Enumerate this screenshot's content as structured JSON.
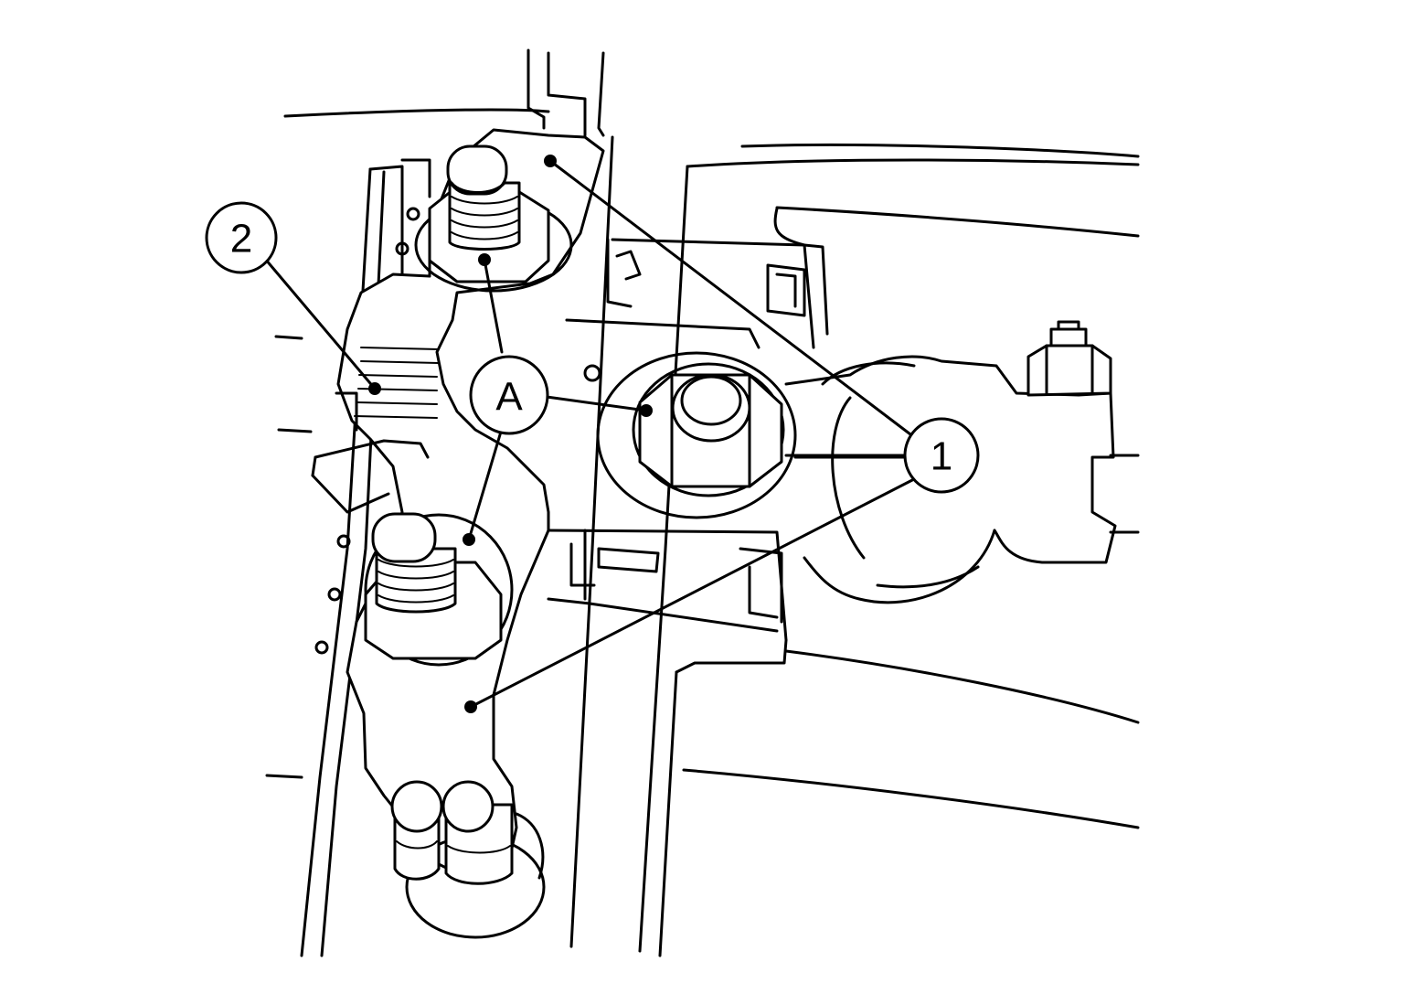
{
  "callouts": {
    "part_1": "1",
    "part_2": "2",
    "point_a": "A"
  },
  "colors": {
    "line": "#000000",
    "background": "#ffffff"
  }
}
